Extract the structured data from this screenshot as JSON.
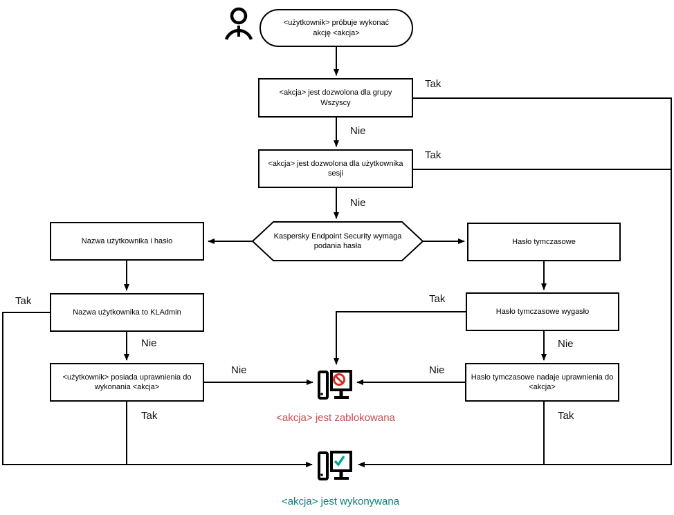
{
  "diagram": {
    "title_hint": "Kaspersky Endpoint Security password authorization flowchart",
    "nodes": {
      "start": "<użytkownik> próbuje wykonać akcję <akcja>",
      "allowed_everyone": "<akcja> jest dozwolona dla grupy Wszyscy",
      "allowed_session_user": "<akcja> jest dozwolona dla użytkownika sesji",
      "password_required": "Kaspersky Endpoint Security wymaga podania hasła",
      "username_password": "Nazwa użytkownika i hasło",
      "username_kladmin": "Nazwa użytkownika to KLAdmin",
      "user_has_permissions": "<użytkownik> posiada uprawnienia do wykonania <akcja>",
      "temp_password": "Hasło tymczasowe",
      "temp_password_expired": "Hasło tymczasowe wygasło",
      "temp_password_grants": "Hasło tymczasowe nadaje uprawnienia do <akcja>"
    },
    "labels": {
      "yes": "Tak",
      "no": "Nie"
    },
    "status": {
      "blocked": "<akcja> jest zablokowana",
      "executed": "<akcja> jest wykonywana"
    },
    "colors": {
      "line": "#000000",
      "blocked_text": "#c0504d",
      "executed_text": "#00837c",
      "prohibit_sign": "#d52b1e",
      "check_mark": "#00a88e"
    }
  }
}
